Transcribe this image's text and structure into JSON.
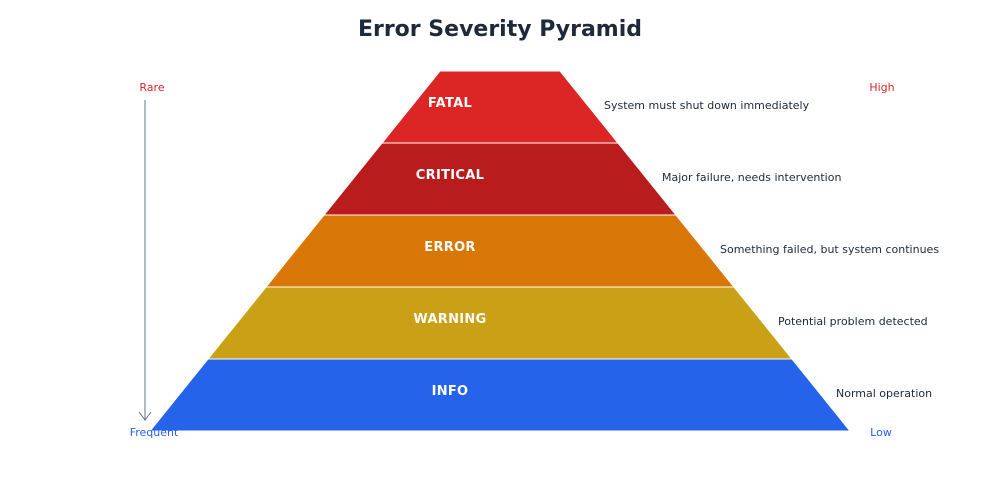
{
  "title": "Error Severity Pyramid",
  "levels": [
    {
      "label": "FATAL",
      "description": "System must shut down immediately",
      "color": "#dc2626"
    },
    {
      "label": "CRITICAL",
      "description": "Major failure, needs intervention",
      "color": "#b91c1c"
    },
    {
      "label": "ERROR",
      "description": "Something failed, but system continues",
      "color": "#d97706"
    },
    {
      "label": "WARNING",
      "description": "Potential problem detected",
      "color": "#c9a016"
    },
    {
      "label": "INFO",
      "description": "Normal operation",
      "color": "#2563eb"
    }
  ],
  "frequency_axis": {
    "top": "Rare",
    "bottom": "Frequent",
    "top_color": "#dc2626",
    "bottom_color": "#2563eb",
    "line_color": "#64748b"
  },
  "severity_axis": {
    "top": "High",
    "bottom": "Low",
    "top_color": "#dc2626",
    "bottom_color": "#2563eb"
  },
  "text_colors": {
    "title": "#1e293b",
    "label": "#ffffff",
    "description": "#1f2937"
  }
}
